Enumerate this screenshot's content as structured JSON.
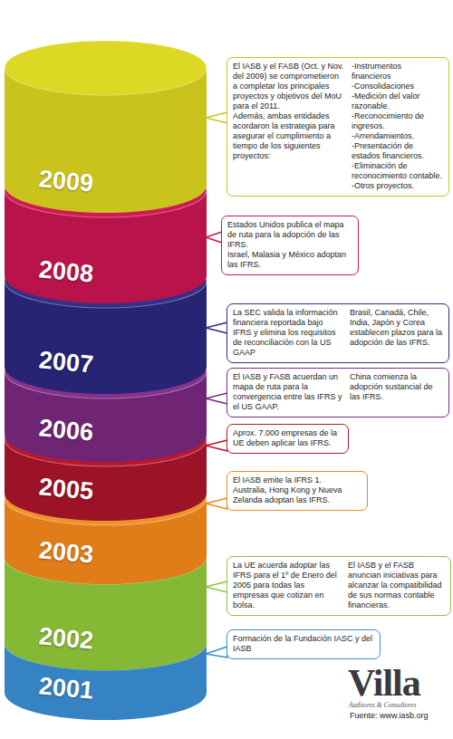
{
  "diagram": {
    "nodes": [
      {
        "text": [
          "2009"
        ]
      },
      {
        "text": [
          "El IASB y el FASB (Oct. y Nov. del 2009) se comprometieron a completar los principales proyectos y objetivos del MoU para el 2011.",
          "Además, ambas entidades acordaron la estrategia para asegurar el cumplimiento a tiempo de los siguientes proyectos:",
          "-Instrumentos financieros",
          "-Consolidaciones",
          "-Medición del valor razonable.",
          "-Reconocimiento de ingresos.",
          "-Arrendamientos.",
          "-Presentación de estados financieros.",
          "-Eliminación de reconocimiento contable.",
          "-Otros proyectos."
        ]
      },
      {
        "text": [
          "2008"
        ]
      },
      {
        "text": [
          "Estados Unidos publica el mapa de ruta para la adopción de las IFRS.",
          "Israel, Malasia y México adoptan las IFRS."
        ]
      },
      {
        "text": [
          "2007"
        ]
      },
      {
        "text": [
          "La SEC valida la información financiera reportada bajo IFRS y elimina los requisitos de reconciliación con la US GAAP",
          "Brasil, Canadá, Chile, India, Japón y Corea establecen plazos para la adopción de las IFRS."
        ]
      },
      {
        "text": [
          "2006"
        ]
      },
      {
        "text": [
          "El IASB y FASB acuerdan un mapa de ruta para la convergencia entre las IFRS y el US GAAP.",
          "China comienza la adopción sustancial de las IFRS."
        ]
      },
      {
        "text": [
          "2005"
        ]
      },
      {
        "text": [
          "Aprox. 7.000 empresas de la UE deben aplicar las IFRS."
        ]
      },
      {
        "text": [
          "2003"
        ]
      },
      {
        "text": [
          "El IASB emite la IFRS 1.",
          "Australia, Hong Kong y Nueva Zelanda adoptan las IFRS."
        ]
      },
      {
        "text": [
          "2002"
        ]
      },
      {
        "text": [
          "La UE acuerda adoptar las IFRS para el 1º de Enero del 2005 para todas las empresas que cotizan en bolsa.",
          "El IASB y el FASB anuncian iniciativas para alcanzar la compatibilidad de sus normas contable financieras."
        ]
      },
      {
        "text": [
          "2001"
        ]
      },
      {
        "text": [
          "Formación de la Fundación IASC y del IASB"
        ]
      }
    ],
    "edges": [
      {
        "from": 1,
        "to": 0,
        "arrow": "none"
      },
      {
        "from": 3,
        "to": 2,
        "arrow": "none"
      },
      {
        "from": 5,
        "to": 4,
        "arrow": "none"
      },
      {
        "from": 7,
        "to": 6,
        "arrow": "none"
      },
      {
        "from": 9,
        "to": 8,
        "arrow": "none"
      },
      {
        "from": 11,
        "to": 10,
        "arrow": "none"
      },
      {
        "from": 13,
        "to": 12,
        "arrow": "none"
      },
      {
        "from": 15,
        "to": 14,
        "arrow": "none"
      }
    ],
    "labels": [
      "Villa",
      "Auditores & Consultores",
      "Fuente: www.iasb.org"
    ]
  }
}
